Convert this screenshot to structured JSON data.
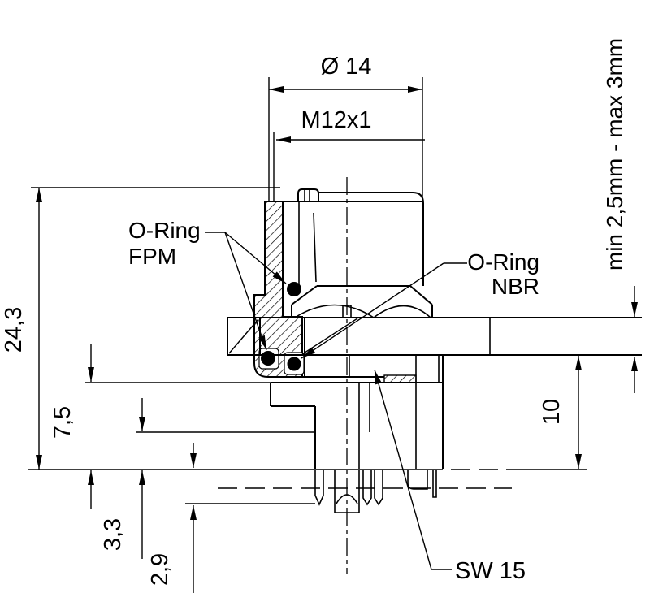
{
  "dimensions": {
    "diameter": "Ø 14",
    "thread": "M12x1",
    "panel_thickness": "min 2,5mm - max 3mm",
    "total_height": "24,3",
    "height_7_5": "7,5",
    "height_3_3": "3,3",
    "height_2_9": "2,9",
    "depth_10": "10",
    "wrench_size": "SW 15"
  },
  "labels": {
    "o_ring_fpm_line1": "O-Ring",
    "o_ring_fpm_line2": "FPM",
    "o_ring_nbr_line1": "O-Ring",
    "o_ring_nbr_line2": "NBR"
  },
  "colors": {
    "line": "#000000",
    "background": "#ffffff"
  }
}
